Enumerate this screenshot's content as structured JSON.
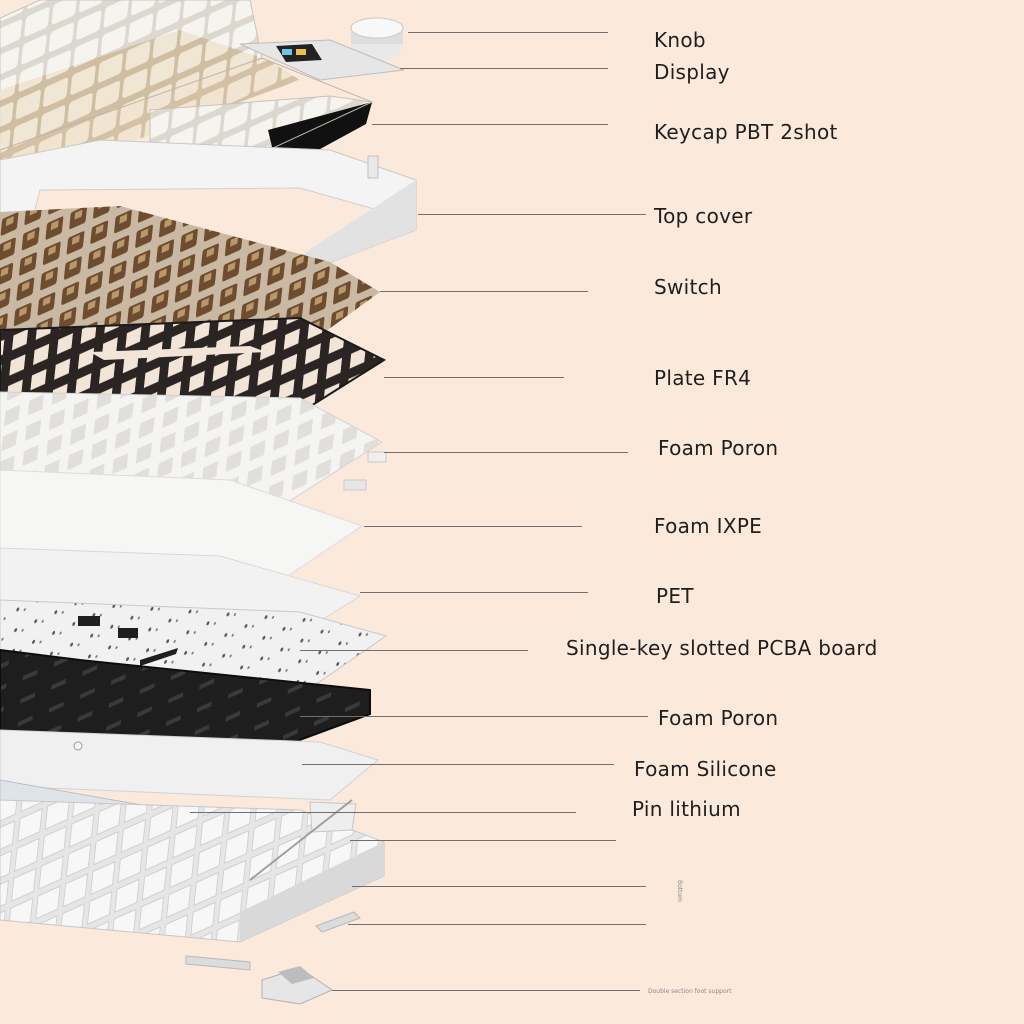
{
  "diagram": {
    "labels": {
      "knob": "Knob",
      "display": "Display",
      "keycap": "Keycap PBT 2shot",
      "top_cover": "Top cover",
      "switch": "Switch",
      "plate": "Plate FR4",
      "foam_poron_1": "Foam Poron",
      "foam_ixpe": "Foam IXPE",
      "pet": "PET",
      "pcba": "Single-key slotted PCBA board",
      "foam_poron_2": "Foam Poron",
      "foam_silicone": "Foam Silicone",
      "pin_lithium": "Pin lithium",
      "bottom": "Bottom",
      "foot_support": "Double section foot support"
    },
    "colors": {
      "background": "#fbe9dc",
      "leader_line": "#6f6f6f",
      "plate": "#2a2522",
      "switch_body": "#7a5636",
      "keycap_white": "#f3f1ea",
      "keycap_cream": "#eadbc4"
    }
  }
}
